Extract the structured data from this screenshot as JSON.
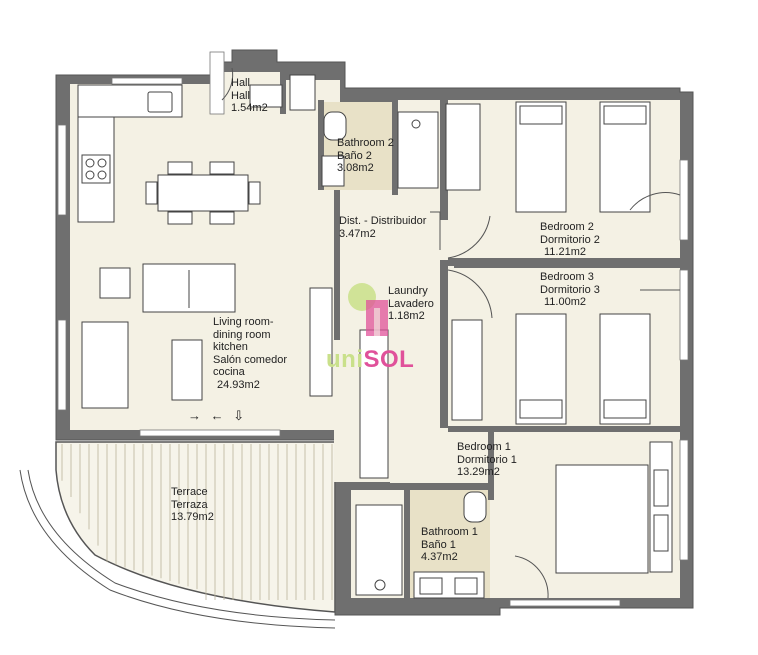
{
  "rooms": {
    "hall": {
      "name_en": "Hall",
      "name_es": "Hall",
      "area": "1.54m2"
    },
    "bathroom2": {
      "name_en": "Bathroom 2",
      "name_es": "Baño 2",
      "area": "3.08m2"
    },
    "distributor": {
      "name": "Dist. - Distribuidor",
      "area": "3.47m2"
    },
    "bedroom2": {
      "name_en": "Bedroom 2",
      "name_es": "Dormitorio 2",
      "area": "11.21m2"
    },
    "bedroom3": {
      "name_en": "Bedroom 3",
      "name_es": "Dormitorio 3",
      "area": "11.00m2"
    },
    "laundry": {
      "name_en": "Laundry",
      "name_es": "Lavadero",
      "area": "1.18m2"
    },
    "living": {
      "line1": "Living room-",
      "line2": "dining room",
      "line3": "kitchen",
      "line4": "Salón comedor",
      "line5": "cocina",
      "area": "24.93m2"
    },
    "bedroom1": {
      "name_en": "Bedroom 1",
      "name_es": "Dormitorio 1",
      "area": "13.29m2"
    },
    "terrace": {
      "name_en": "Terrace",
      "name_es": "Terraza",
      "area": "13.79m2"
    },
    "bathroom1": {
      "name_en": "Bathroom 1",
      "name_es": "Baño 1",
      "area": "4.37m2"
    }
  },
  "entrance_arrows": "→ ← ⇩",
  "logo": {
    "text_a": "uni",
    "text_b": "SOL",
    "color_a": "#c9e08a",
    "color_b": "#e0519a"
  },
  "colors": {
    "wall": "#6f6f6f",
    "floor": "#f4f1e4",
    "bath_floor": "#e8e1c7",
    "furniture_line": "#444444"
  }
}
